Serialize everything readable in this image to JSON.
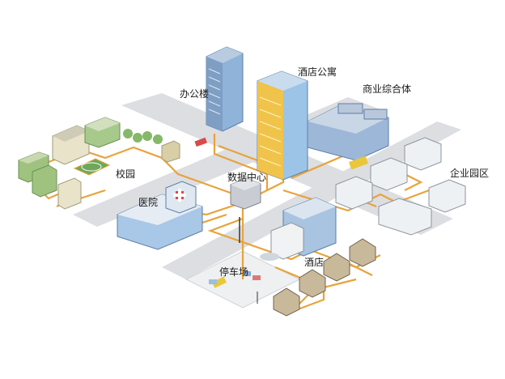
{
  "diagram": {
    "labels": {
      "office": "办公楼",
      "hotel_apartment": "酒店公寓",
      "commercial_complex": "商业综合体",
      "campus": "校园",
      "data_center": "数据中心",
      "enterprise_park": "企业园区",
      "hospital": "医院",
      "hotel": "酒店",
      "parking": "停车场"
    },
    "colors": {
      "cable": "#e8a33b",
      "road": "#d9dbde",
      "ground": "#eceef0",
      "building_blue": "#8fb3d9",
      "building_green": "#9dbf7c",
      "building_beige": "#e8e2c8",
      "roof_grey": "#b9bec4"
    }
  }
}
